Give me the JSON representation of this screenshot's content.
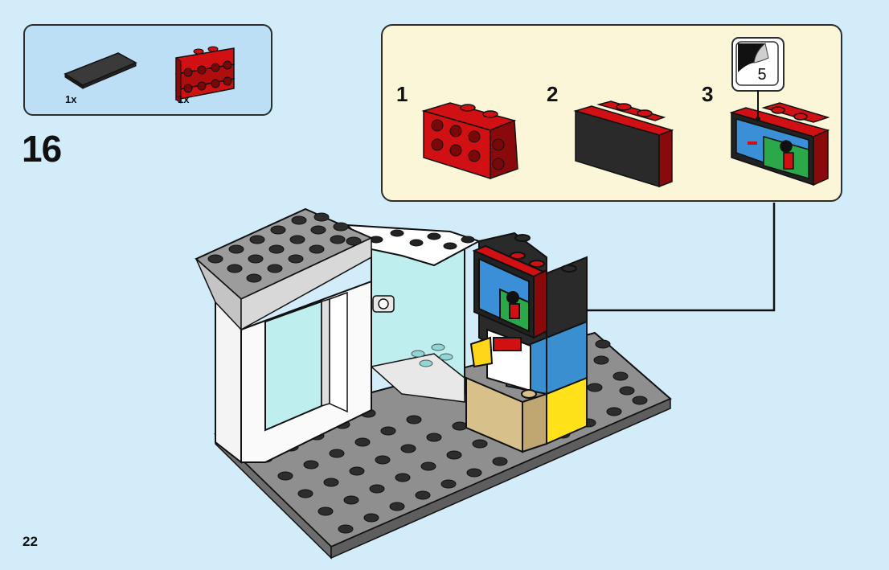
{
  "parts": [
    {
      "name": "tile 2x4 black",
      "qty": "1x"
    },
    {
      "name": "bracket red",
      "qty": "1x"
    }
  ],
  "step_number": "16",
  "substeps": [
    "1",
    "2",
    "3"
  ],
  "sticker": {
    "number": "5"
  },
  "page_number": "22",
  "colors": {
    "background": "#d3ecfa",
    "parts_box": "#bcdff5",
    "substep_box": "#fcf6d8",
    "brick_red": "#d01012",
    "plate_gray": "#9c9c9c"
  }
}
